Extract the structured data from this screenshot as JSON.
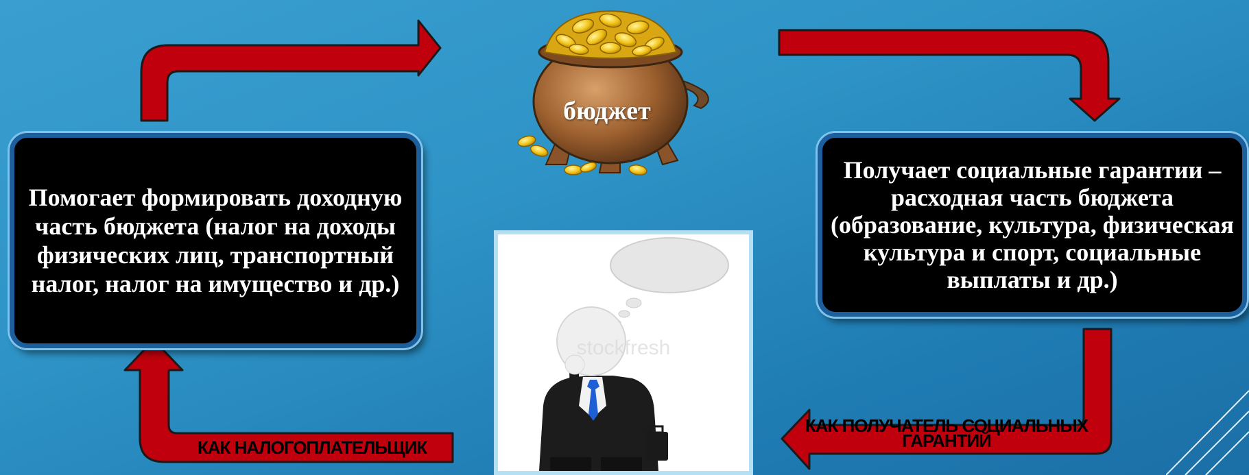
{
  "diagram": {
    "center_label": "бюджет",
    "left_box_text": "Помогает формировать доходную часть бюджета (налог на доходы физических лиц, транспортный налог, налог на имущество и др.)",
    "right_box_text": "Получает социальные гарантии – расходная часть бюджета (образование, культура, физическая культура и спорт, социальные выплаты и др.)",
    "left_arrow_label": "КАК НАЛОГОПЛАТЕЛЬЩИК",
    "right_arrow_label_line1": "КАК ПОЛУЧАТЕЛЬ СОЦИАЛЬНЫХ",
    "right_arrow_label_line2": "ГАРАНТИЙ",
    "photo_watermark": "stockfresh"
  },
  "colors": {
    "background": "#2e93c6",
    "arrow_fill": "#c0000c",
    "box_fill": "#000000",
    "box_border": "#1d5f9c"
  }
}
